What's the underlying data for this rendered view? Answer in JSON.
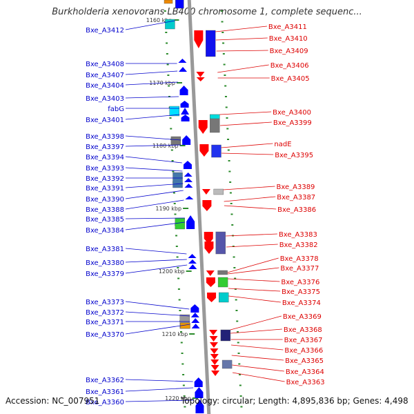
{
  "title": "Burkholderia xenovorans LB400 chromosome 1, complete sequenc...",
  "footer": {
    "accession": "Accession: NC_007951",
    "topology": "Topology: circular; Length: 4,895,836 bp; Genes: 4,498"
  },
  "colors": {
    "left_label": "#0000cc",
    "right_label": "#dd0000",
    "backbone": "#999999",
    "tick": "#2a8a2a"
  },
  "scale_labels": [
    "1160 kbp",
    "1170 kbp",
    "1180 kbp",
    "1190 kbp",
    "1200 kbp",
    "1210 kbp",
    "1220 kbp"
  ],
  "genes_left": [
    "Bxe_A3412",
    "Bxe_A3408",
    "Bxe_A3407",
    "Bxe_A3404",
    "Bxe_A3403",
    "fabG",
    "Bxe_A3401",
    "Bxe_A3398",
    "Bxe_A3397",
    "Bxe_A3394",
    "Bxe_A3393",
    "Bxe_A3392",
    "Bxe_A3391",
    "Bxe_A3390",
    "Bxe_A3388",
    "Bxe_A3385",
    "Bxe_A3384",
    "Bxe_A3381",
    "Bxe_A3380",
    "Bxe_A3379",
    "Bxe_A3373",
    "Bxe_A3372",
    "Bxe_A3371",
    "Bxe_A3370",
    "Bxe_A3362",
    "Bxe_A3361",
    "Bxe_A3360"
  ],
  "genes_right": [
    "Bxe_A3411",
    "Bxe_A3410",
    "Bxe_A3409",
    "Bxe_A3406",
    "Bxe_A3405",
    "Bxe_A3400",
    "Bxe_A3399",
    "nadE",
    "Bxe_A3395",
    "Bxe_A3389",
    "Bxe_A3387",
    "Bxe_A3386",
    "Bxe_A3383",
    "Bxe_A3382",
    "Bxe_A3378",
    "Bxe_A3377",
    "Bxe_A3376",
    "Bxe_A3375",
    "Bxe_A3374",
    "Bxe_A3369",
    "Bxe_A3368",
    "Bxe_A3367",
    "Bxe_A3366",
    "Bxe_A3365",
    "Bxe_A3364",
    "Bxe_A3363"
  ]
}
